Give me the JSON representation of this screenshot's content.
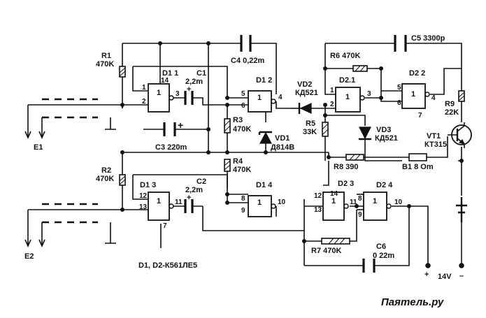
{
  "components": {
    "r1": {
      "ref": "R1",
      "value": "470K"
    },
    "r2": {
      "ref": "R2",
      "value": "470K"
    },
    "r3": {
      "ref": "R3",
      "value": "470K"
    },
    "r4": {
      "ref": "R4",
      "value": "470K"
    },
    "r5": {
      "ref": "R5",
      "value": "33K"
    },
    "r6": {
      "label": "R6 470K"
    },
    "r7": {
      "label": "R7 470K"
    },
    "r8": {
      "label": "R8 390"
    },
    "r9": {
      "ref": "R9",
      "value": "22K"
    },
    "c1": {
      "ref": "C1",
      "value": "2,2m"
    },
    "c2": {
      "ref": "C2",
      "value": "2,2m"
    },
    "c3": {
      "label": "C3 220m"
    },
    "c4": {
      "label": "C4 0,22m"
    },
    "c5": {
      "label": "C5 3300p"
    },
    "c6": {
      "ref": "C6",
      "value": "0 22m"
    },
    "vd1": {
      "ref": "VD1",
      "value": "Д814В"
    },
    "vd2": {
      "ref": "VD2",
      "value": "КД521"
    },
    "vd3": {
      "ref": "VD3",
      "value": "КД521"
    },
    "vt1": {
      "ref": "VT1",
      "value": "КТ315"
    },
    "b1": {
      "label": "B1  8 Om"
    },
    "e1": {
      "label": "E1"
    },
    "e2": {
      "label": "E2"
    }
  },
  "gates": {
    "d11": {
      "label": "D1 1",
      "pins": [
        "14",
        "1",
        "2",
        "3"
      ]
    },
    "d12": {
      "label": "D1 2",
      "pins": [
        "5",
        "6",
        "4"
      ]
    },
    "d13": {
      "label": "D1 3",
      "pins": [
        "12",
        "13",
        "11",
        "7"
      ]
    },
    "d14": {
      "label": "D1 4",
      "pins": [
        "8",
        "9",
        "10"
      ]
    },
    "d21": {
      "label": "D2.1",
      "pins": [
        "1",
        "2",
        "3"
      ]
    },
    "d22": {
      "label": "D2 2",
      "pins": [
        "5",
        "6",
        "4",
        "7"
      ]
    },
    "d23": {
      "label": "D2 3",
      "pins": [
        "12",
        "14",
        "13",
        "11"
      ]
    },
    "d24": {
      "label": "D2 4",
      "pins": [
        "8",
        "9",
        "10"
      ]
    },
    "function_symbol": "1"
  },
  "polarity": {
    "plus": "+"
  },
  "power": {
    "plus": "+",
    "voltage": "14V",
    "minus": "–"
  },
  "caption": "D1, D2-К561ЛЕ5",
  "watermark": "Паяmель.ру"
}
